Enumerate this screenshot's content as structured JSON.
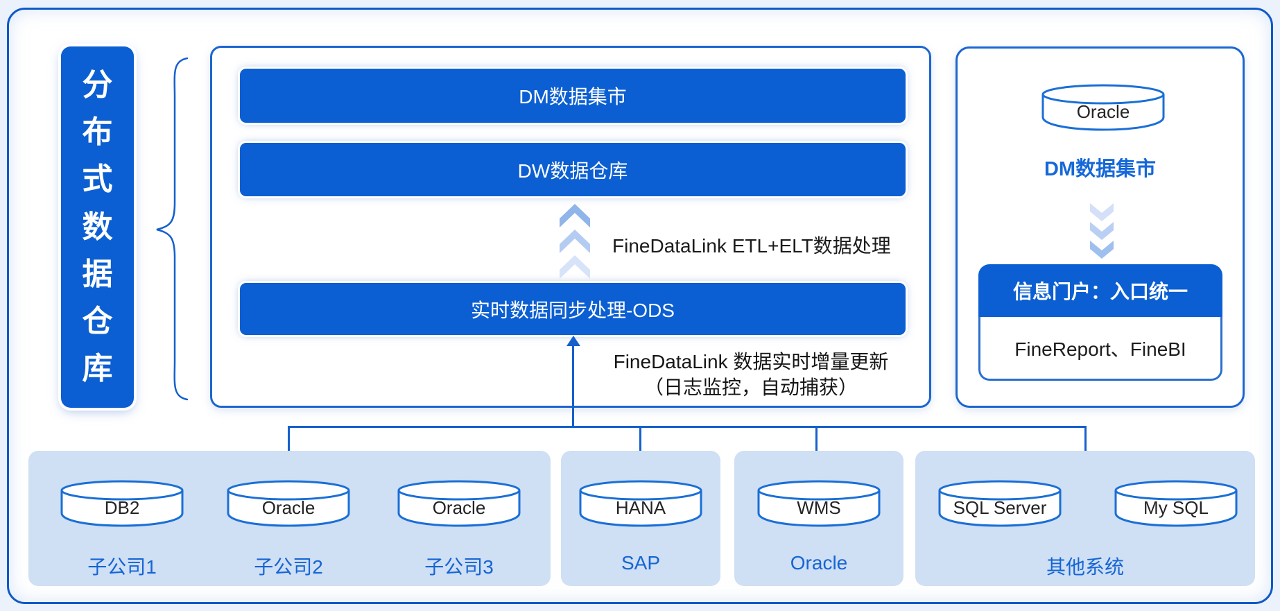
{
  "left_bar": {
    "label": "分布式数据仓库",
    "chars": [
      "分",
      "布",
      "式",
      "数",
      "据",
      "仓",
      "库"
    ]
  },
  "warehouse_box": {
    "dm_bar": "DM数据集市",
    "dw_bar": "DW数据仓库",
    "ods_bar": "实时数据同步处理-ODS",
    "etl_caption": "FineDataLink ETL+ELT数据处理",
    "sync_caption_line1": "FineDataLink 数据实时增量更新",
    "sync_caption_line2": "（日志监控，自动捕获）"
  },
  "mart_panel": {
    "cylinder": "Oracle",
    "title": "DM数据集市",
    "portal_header": "信息门户：入口统一",
    "portal_tools": "FineReport、FineBI"
  },
  "source_groups": [
    {
      "cylinders": [
        "DB2",
        "Oracle",
        "Oracle"
      ],
      "labels": [
        "子公司1",
        "子公司2",
        "子公司3"
      ]
    },
    {
      "cylinders": [
        "HANA"
      ],
      "labels": [
        "SAP"
      ]
    },
    {
      "cylinders": [
        "WMS"
      ],
      "labels": [
        "Oracle"
      ]
    },
    {
      "cylinders": [
        "SQL Server",
        "My SQL"
      ],
      "labels": [
        "其他系统"
      ]
    }
  ],
  "colors": {
    "accent_blue": "#0b5fd2",
    "line_blue": "#1560cc",
    "panel_light_blue": "#cfdff4",
    "label_blue": "#1565d3",
    "page_bg": "#ecf2fb"
  }
}
